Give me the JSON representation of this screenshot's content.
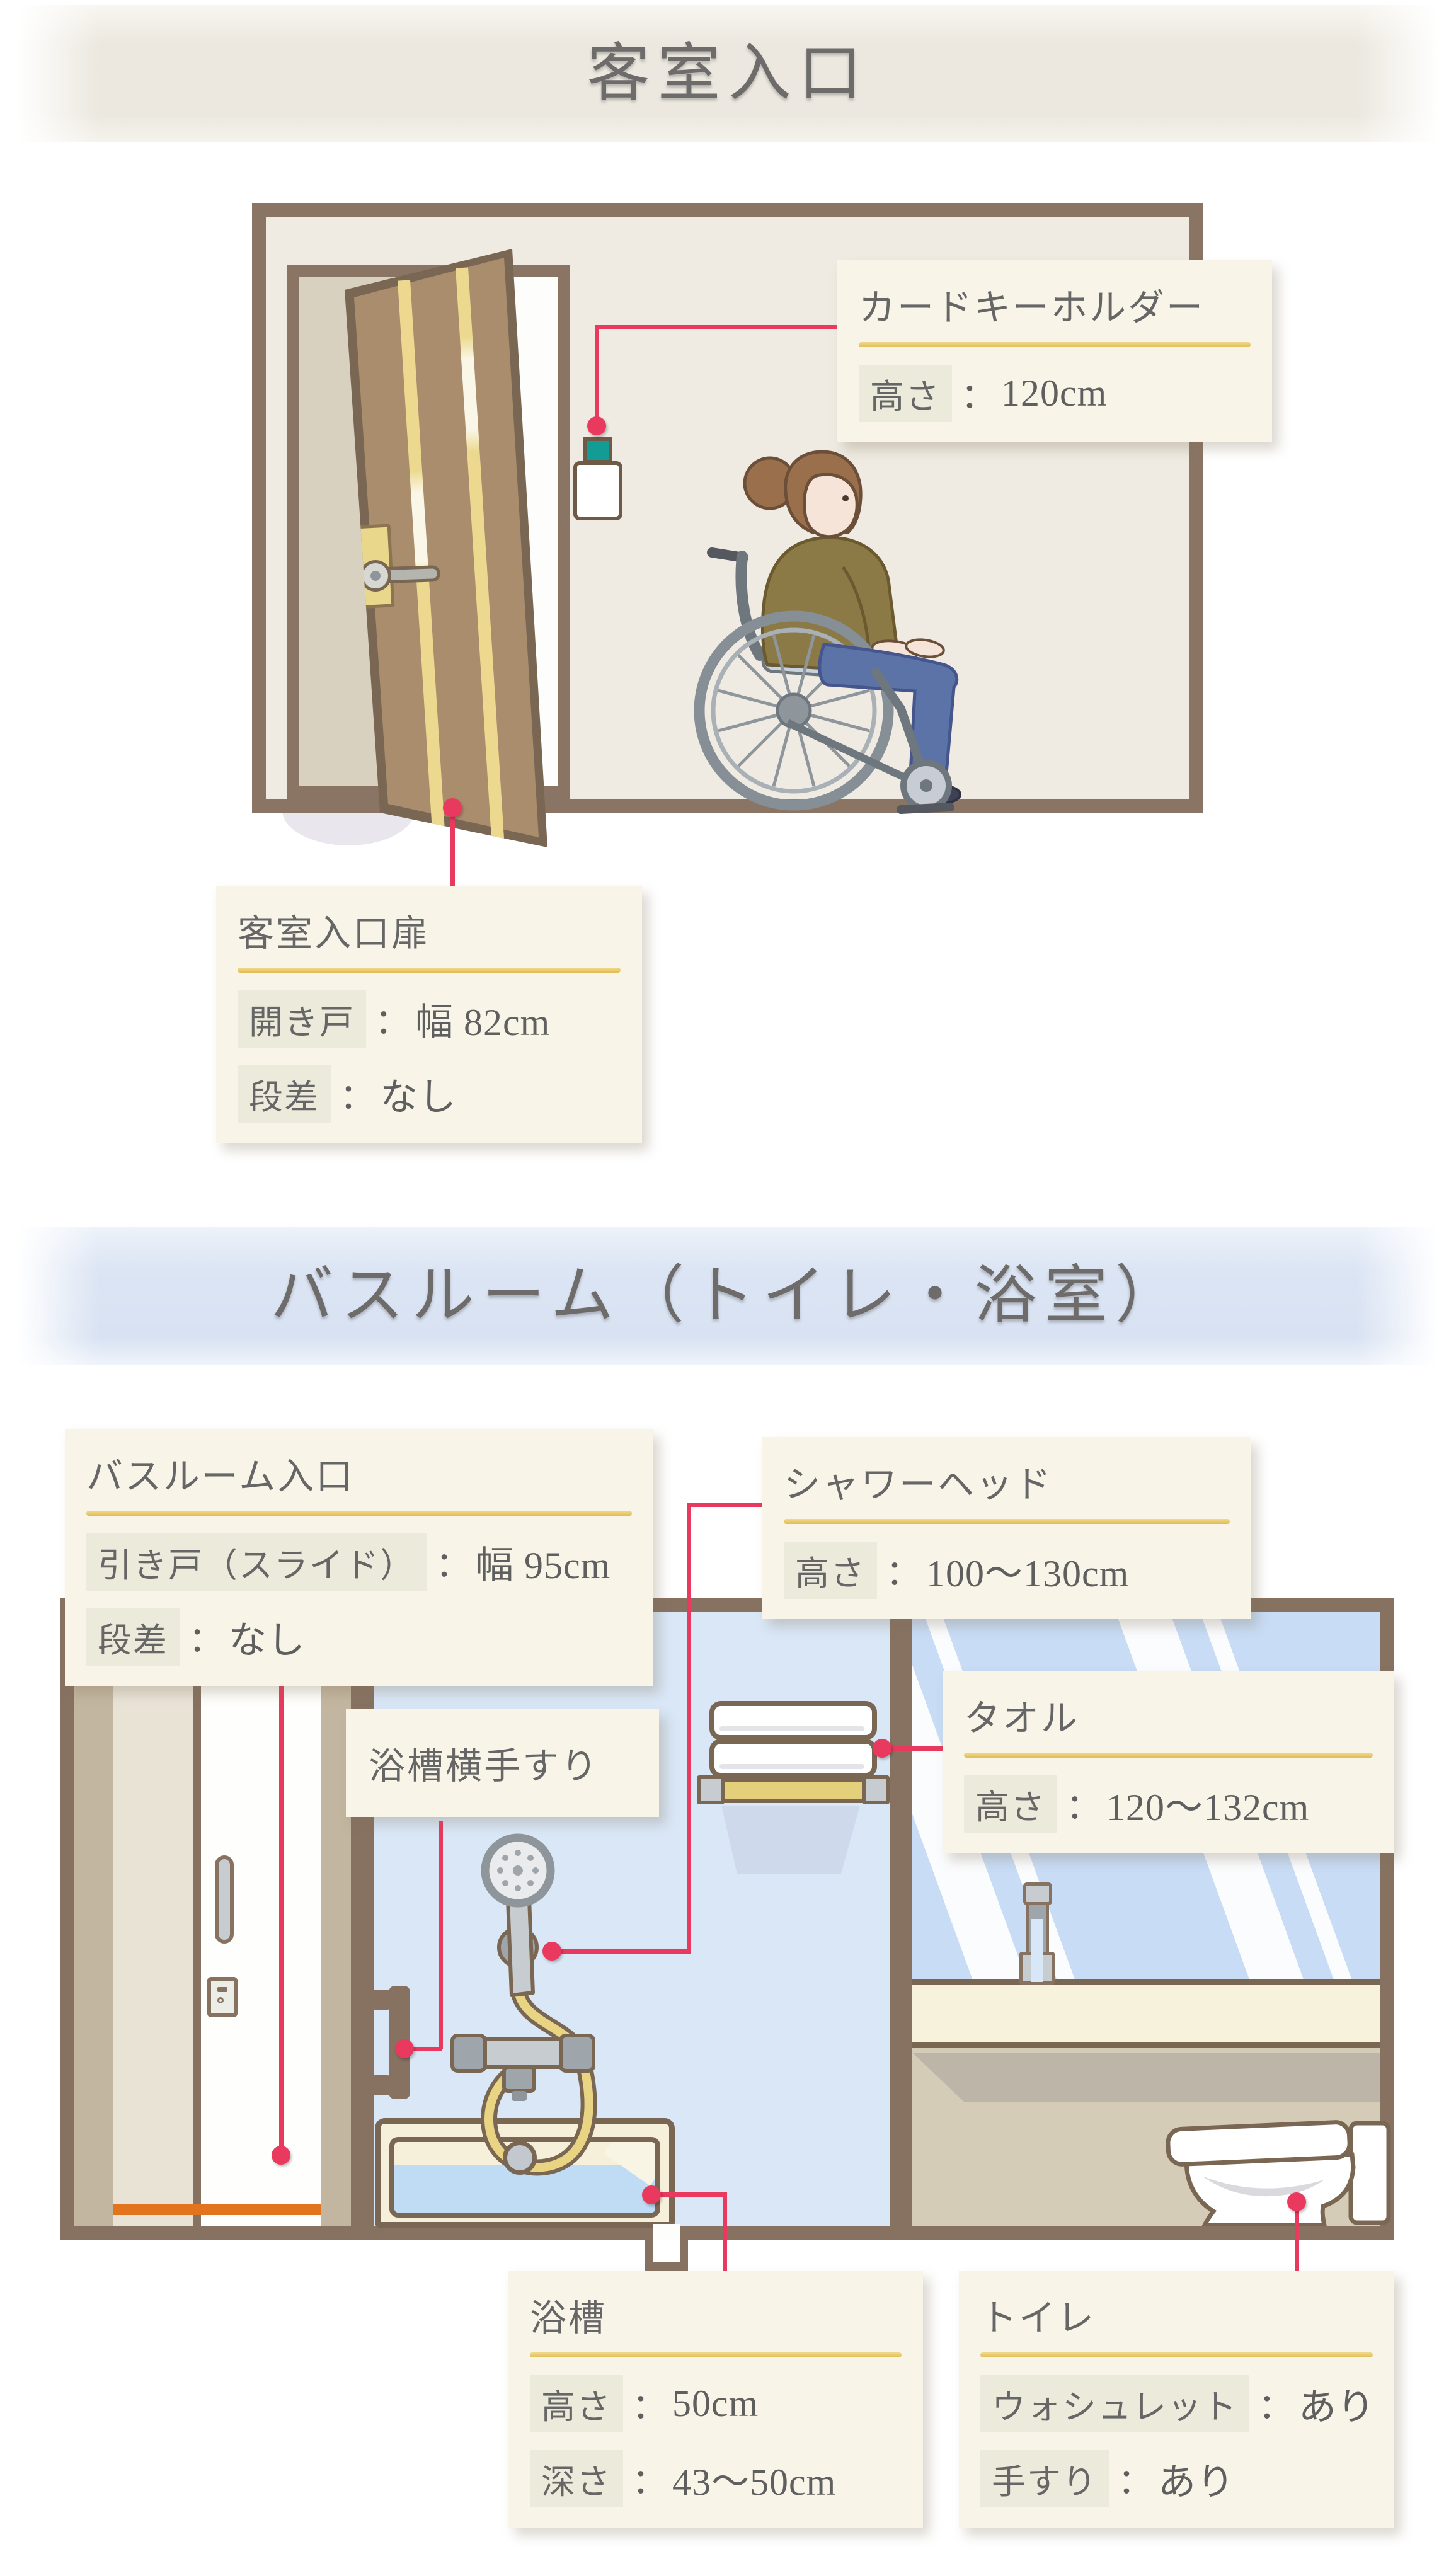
{
  "sections": [
    {
      "title": "客室入口"
    },
    {
      "title": "バスルーム（トイレ・浴室）"
    }
  ],
  "punctuation": {
    "colon": "："
  },
  "boxes": {
    "card_key_holder": {
      "title": "カードキーホルダー",
      "rows": [
        {
          "key": "高さ",
          "value": "120cm"
        }
      ]
    },
    "guest_room_door": {
      "title": "客室入口扉",
      "rows": [
        {
          "key": "開き戸",
          "value": "幅 82cm"
        },
        {
          "key": "段差",
          "value": "なし"
        }
      ]
    },
    "bathroom_entrance": {
      "title": "バスルーム入口",
      "rows": [
        {
          "key": "引き戸（スライド）",
          "value": "幅 95cm"
        },
        {
          "key": "段差",
          "value": "なし"
        }
      ]
    },
    "shower_head": {
      "title": "シャワーヘッド",
      "rows": [
        {
          "key": "高さ",
          "value": "100〜130cm"
        }
      ]
    },
    "towel": {
      "title": "タオル",
      "rows": [
        {
          "key": "高さ",
          "value": "120〜132cm"
        }
      ]
    },
    "tub_grab_bar": {
      "title": "浴槽横手すり",
      "rows": []
    },
    "bathtub": {
      "title": "浴槽",
      "rows": [
        {
          "key": "高さ",
          "value": "50cm"
        },
        {
          "key": "深さ",
          "value": "43〜50cm"
        }
      ]
    },
    "toilet": {
      "title": "トイレ",
      "rows": [
        {
          "key": "ウォシュレット",
          "value": "あり"
        },
        {
          "key": "手すり",
          "value": "あり"
        }
      ]
    }
  },
  "colors": {
    "leader_accent": "#e9395e",
    "divider_gold": "#e8c763",
    "label_box_bg": "#f8f4e8",
    "chip_bg": "#eceadb",
    "text": "#6a6a6a",
    "header1_bg": "#ece8df",
    "header2_bg": "#dce5f4",
    "room_border": "#8a7564",
    "wall_beige": "#efebe2",
    "door_brown": "#a98d6d",
    "door_stripe_gold": "#ecd98f",
    "card_key_teal": "#129c94",
    "bathroom_border": "#877262",
    "wet_room_blue": "#d9e7f7",
    "mirror_blue": "#c8dcf5",
    "counter_cream": "#f6f2dc",
    "lower_wall": "#d5ccb7",
    "wall_tan": "#c3b6a0",
    "threshold_orange": "#e2741d",
    "bathtub_cream": "#f6f0da",
    "water_blue": "#bfdcf4",
    "hose_yellow": "#e8d482",
    "fixture_gray": "#9ea5ab",
    "jeans_blue": "#5c73a8",
    "shirt_olive": "#8b7a45"
  }
}
